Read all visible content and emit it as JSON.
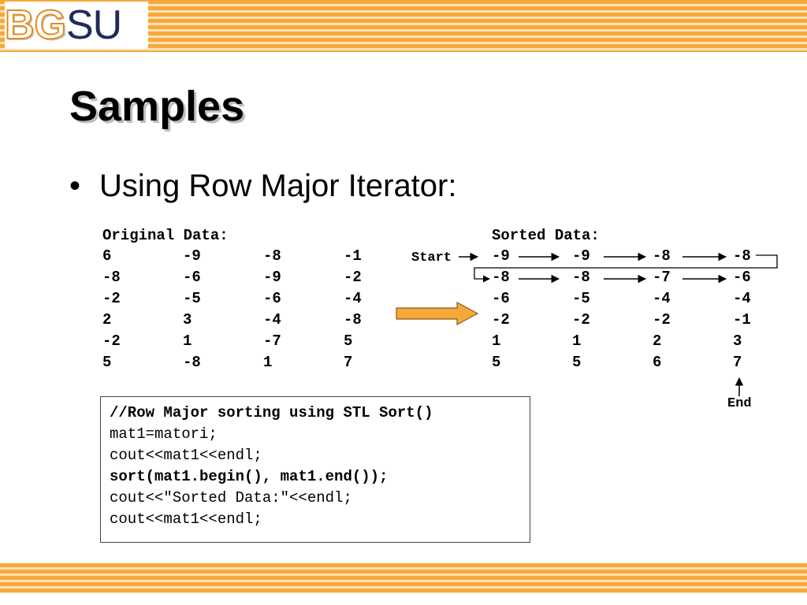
{
  "logo": {
    "text_outline": "BG",
    "text_plain": "SU"
  },
  "title": "Samples",
  "bullet": {
    "marker": "•",
    "text": "Using Row Major Iterator:"
  },
  "original": {
    "heading": "Original Data:",
    "rows": [
      [
        "6",
        "-9",
        "-8",
        "-1"
      ],
      [
        "-8",
        "-6",
        "-9",
        "-2"
      ],
      [
        "-2",
        "-5",
        "-6",
        "-4"
      ],
      [
        "2",
        "3",
        "-4",
        "-8"
      ],
      [
        "-2",
        "1",
        "-7",
        "5"
      ],
      [
        "5",
        "-8",
        "1",
        "7"
      ]
    ]
  },
  "sorted": {
    "heading": "Sorted Data:",
    "rows": [
      [
        "-9",
        "-9",
        "-8",
        "-8"
      ],
      [
        "-8",
        "-8",
        "-7",
        "-6"
      ],
      [
        "-6",
        "-5",
        "-4",
        "-4"
      ],
      [
        "-2",
        "-2",
        "-2",
        "-1"
      ],
      [
        "1",
        "1",
        "2",
        "3"
      ],
      [
        "5",
        "5",
        "6",
        "7"
      ]
    ],
    "start_label": "Start",
    "end_label": "End"
  },
  "code": {
    "lines": [
      {
        "text": "//Row Major sorting using STL Sort()",
        "bold": true
      },
      {
        "text": "mat1=matori;",
        "bold": false
      },
      {
        "text": "cout<<mat1<<endl;",
        "bold": false
      },
      {
        "text": "sort(mat1.begin(), mat1.end());",
        "bold": true
      },
      {
        "text": "cout<<\"Sorted Data:\"<<endl;",
        "bold": false
      },
      {
        "text": "cout<<mat1<<endl;",
        "bold": false
      }
    ]
  },
  "colors": {
    "stripe": "#f6a93b",
    "arrow_fill": "#f6a93b",
    "logo_navy": "#1d2b5a"
  }
}
